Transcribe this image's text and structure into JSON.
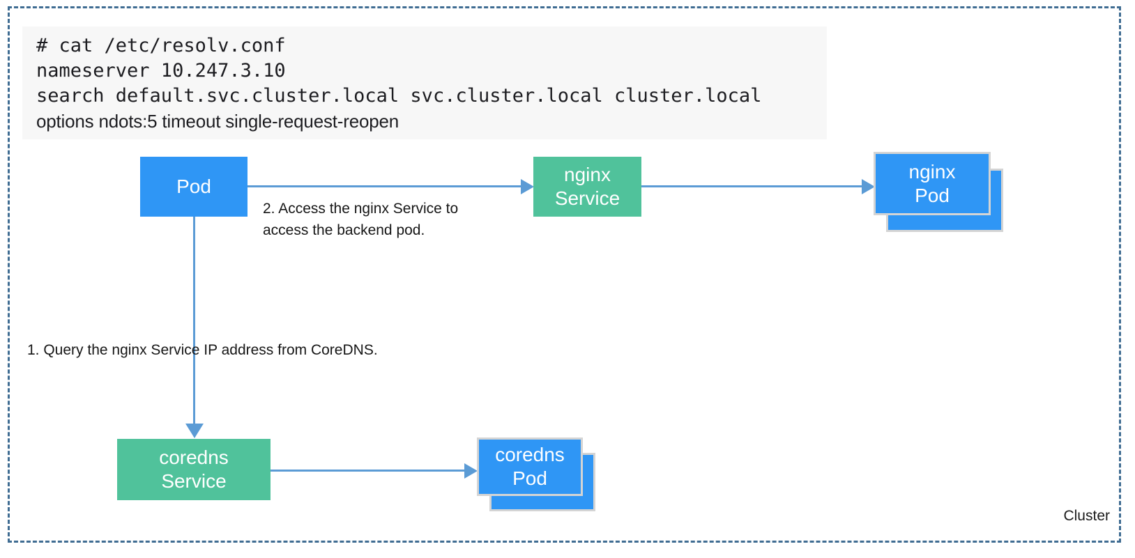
{
  "cluster": {
    "label": "Cluster",
    "border_color": "#3f6c92"
  },
  "resolv_conf": {
    "background": "#f7f7f7",
    "lines": [
      "# cat /etc/resolv.conf",
      "nameserver 10.247.3.10",
      "search default.svc.cluster.local svc.cluster.local cluster.local",
      "options ndots:5 timeout single-request-reopen"
    ]
  },
  "nodes": {
    "pod": {
      "label": "Pod",
      "color": "#2f96f5"
    },
    "nginx_service": {
      "label": "nginx\nService",
      "color": "#50c29b"
    },
    "nginx_pod": {
      "label": "nginx\nPod",
      "color": "#2f96f5"
    },
    "coredns_service": {
      "label": "coredns\nService",
      "color": "#50c29b"
    },
    "coredns_pod": {
      "label": "coredns\nPod",
      "color": "#2f96f5"
    }
  },
  "captions": {
    "step1": "1. Query the nginx Service IP address from CoreDNS.",
    "step2": "2. Access the nginx Service to\naccess the backend pod."
  },
  "connector_color": "#5b9bd5"
}
